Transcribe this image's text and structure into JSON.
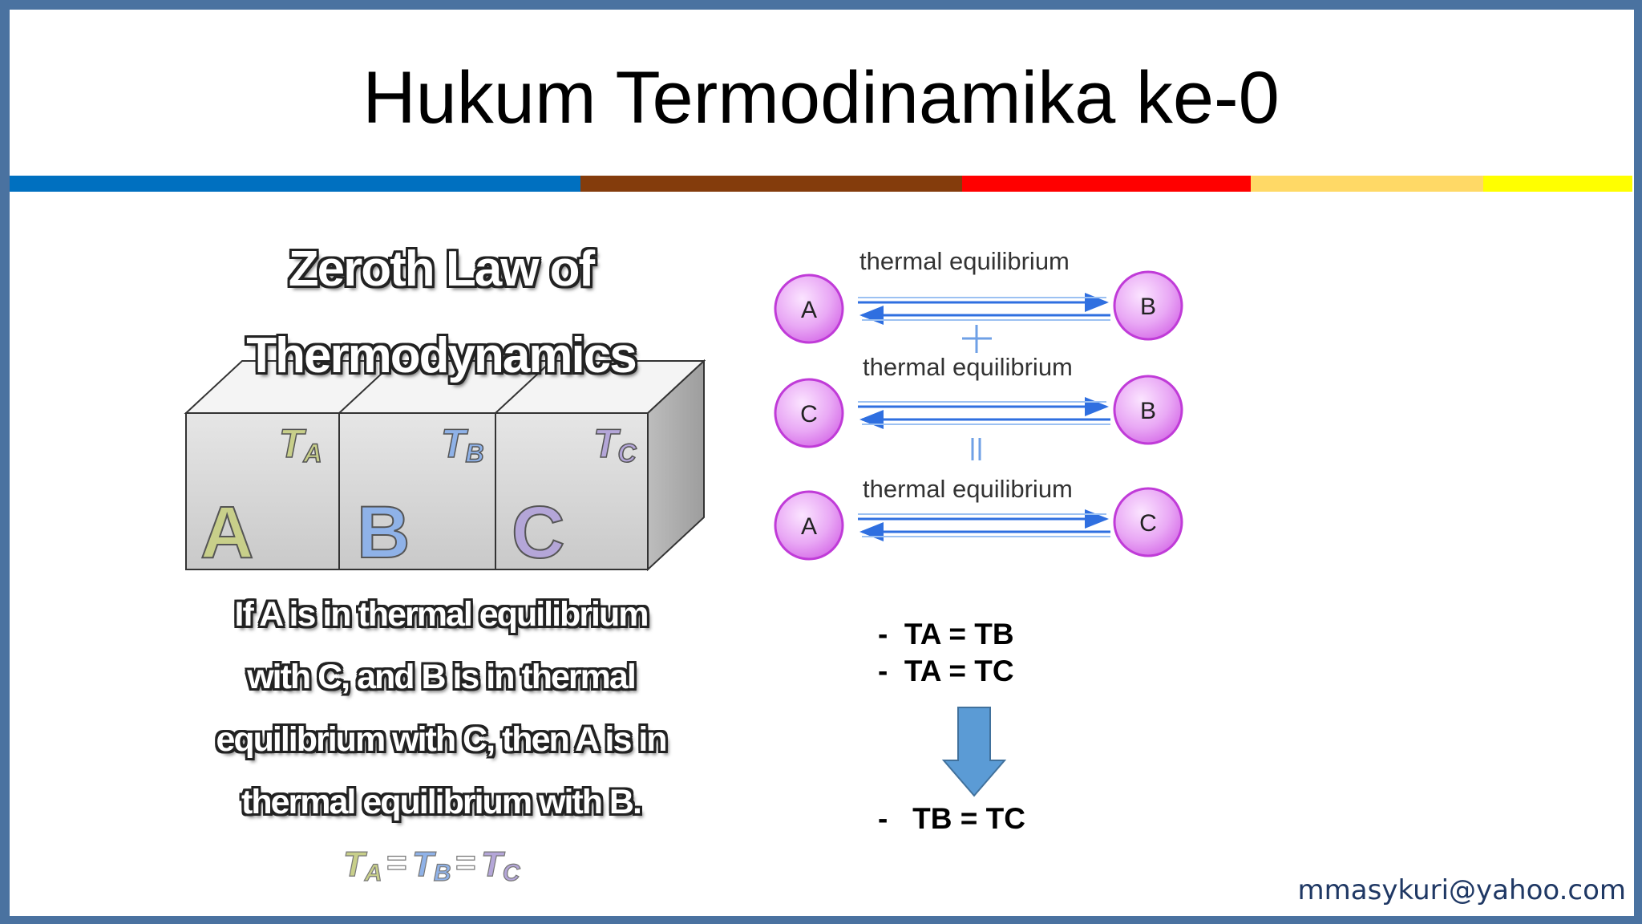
{
  "slide": {
    "title": "Hukum Termodinamika ke-0",
    "email": "mmasykuri@yahoo.com",
    "bar_colors": [
      "#0070c0",
      "#843c0c",
      "#ff0000",
      "#ffd966",
      "#ffff00"
    ]
  },
  "figure": {
    "heading_line1": "Zeroth Law of",
    "heading_line2": "Thermodynamics",
    "boxes": [
      {
        "letter": "A",
        "temp": "T",
        "sub": "A",
        "color": "#c8cf8a"
      },
      {
        "letter": "B",
        "temp": "T",
        "sub": "B",
        "color": "#8fb2e8"
      },
      {
        "letter": "C",
        "temp": "T",
        "sub": "C",
        "color": "#b4a6d8"
      }
    ],
    "description": [
      "If A is in thermal equilibrium",
      "with C, and B is in thermal",
      "equilibrium with C, then A is in",
      "thermal equilibrium with B."
    ],
    "equation": {
      "t": "T",
      "a": "A",
      "b": "B",
      "c": "C",
      "eq": "="
    }
  },
  "diagram": {
    "rows": [
      {
        "label": "thermal equilibrium",
        "left": "A",
        "right": "B"
      },
      {
        "label": "thermal equilibrium",
        "left": "C",
        "right": "B"
      },
      {
        "label": "thermal equilibrium",
        "left": "A",
        "right": "C"
      }
    ],
    "plus": "+",
    "equals": "="
  },
  "equations": {
    "line1": "-  TA = TB",
    "line2": "-  TA = TC",
    "result": "-   TB = TC"
  }
}
